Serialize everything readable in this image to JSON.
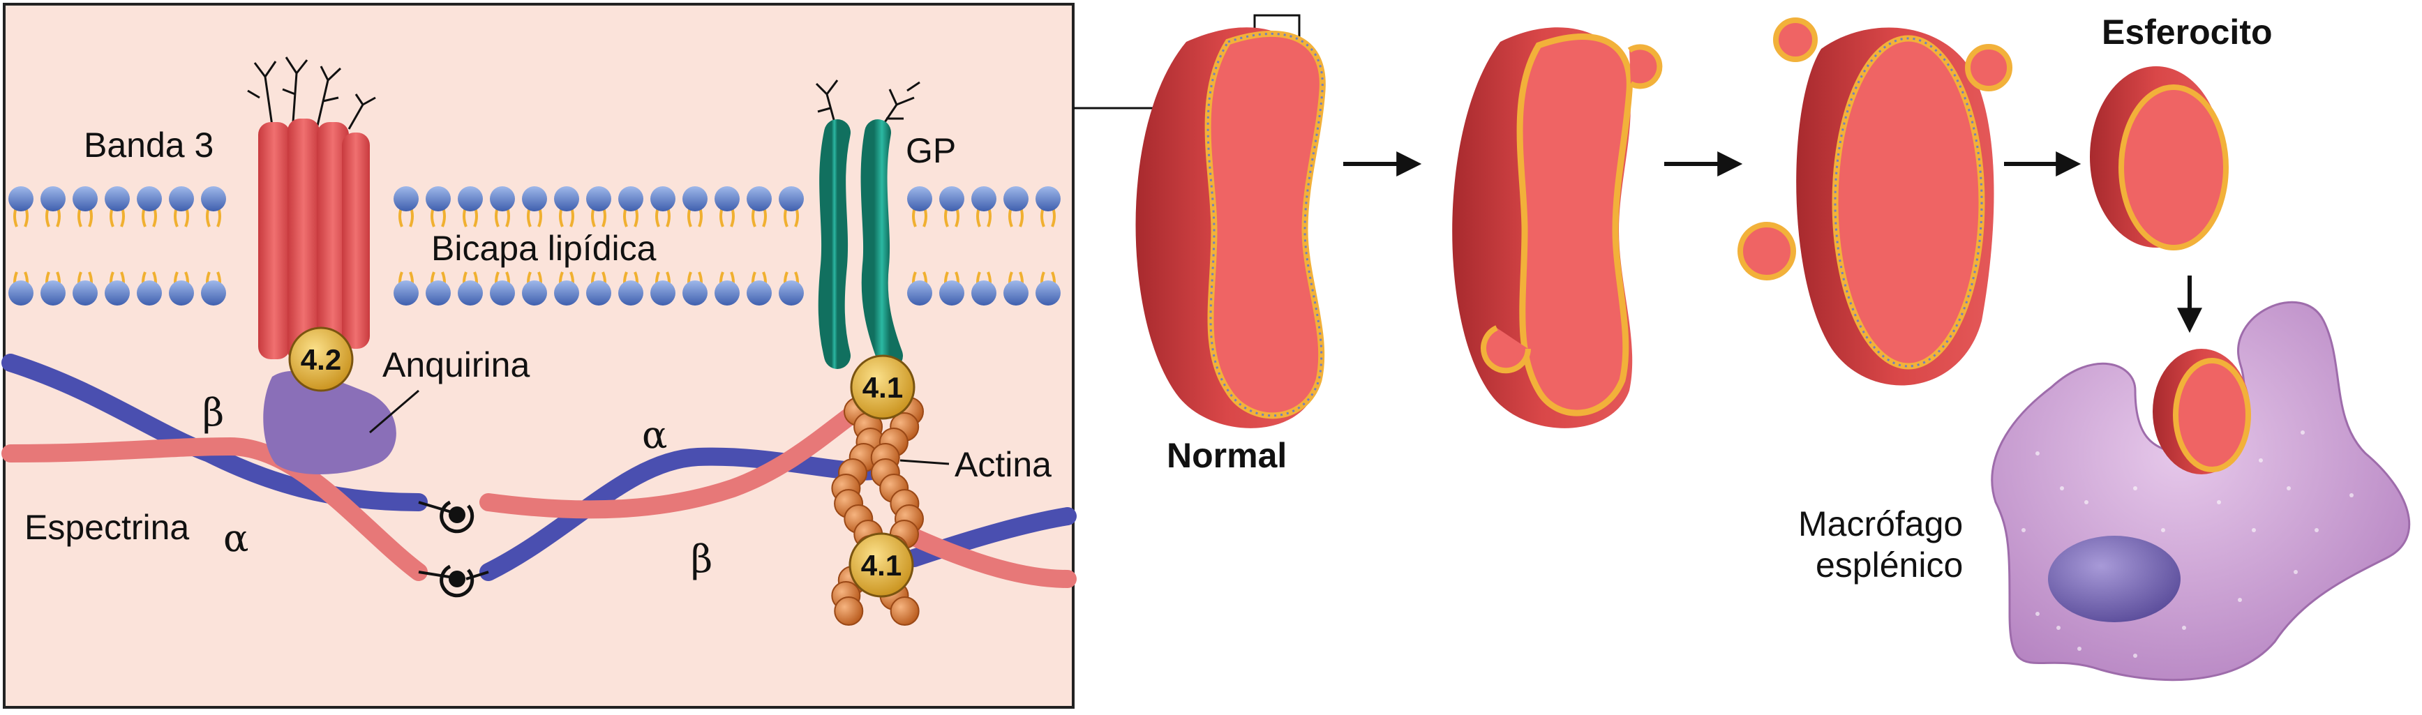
{
  "membrane_panel": {
    "band3_label": "Banda 3",
    "gp_label": "GP",
    "bilayer_label": "Bicapa lipídica",
    "ankyrin_label": "Anquirina",
    "actin_label": "Actina",
    "spectrin_label": "Espectrina",
    "protein_42": "4.2",
    "protein_41_top": "4.1",
    "protein_41_bottom": "4.1",
    "beta_left": "β",
    "alpha_left": "α",
    "alpha_right": "α",
    "beta_right": "β"
  },
  "sequence": {
    "normal_label": "Normal",
    "spherocyte_label": "Esferocito",
    "macrophage_label_line1": "Macrófago",
    "macrophage_label_line2": "esplénico"
  },
  "colors": {
    "panel_bg": "#fbe3da",
    "lipid_head": "#5b7fc6",
    "lipid_tail": "#f0b030",
    "band3": "#e85a5a",
    "gp": "#1f9a8a",
    "ankyrin": "#8a6fb8",
    "spectrin_blue": "#4a4fb0",
    "spectrin_red": "#e77878",
    "actin": "#e0803a",
    "badge": "#e9b532",
    "cell_red": "#d94748",
    "cell_inner": "#ef6464",
    "membrane_rim": "#f2b13a",
    "macrophage": "#c79ad0",
    "nucleus": "#7d6db8"
  }
}
